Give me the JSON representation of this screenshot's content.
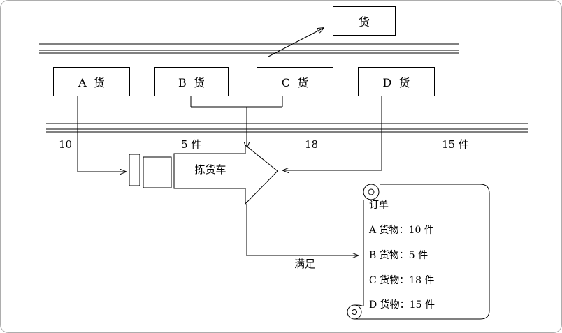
{
  "diagram": {
    "goods_box": {
      "label": "货"
    },
    "storage_boxes": [
      {
        "label": "A  货"
      },
      {
        "label": "B  货"
      },
      {
        "label": "C  货"
      },
      {
        "label": "D  货"
      }
    ],
    "quantities": [
      "10",
      "5 件",
      "18",
      "15 件"
    ],
    "cart_label": "拣货车",
    "flow_label": "满足",
    "order": {
      "title": "订单",
      "items": [
        "A 货物：10 件",
        "B 货物：5 件",
        "C 货物：18 件",
        "D 货物：15 件"
      ]
    }
  }
}
